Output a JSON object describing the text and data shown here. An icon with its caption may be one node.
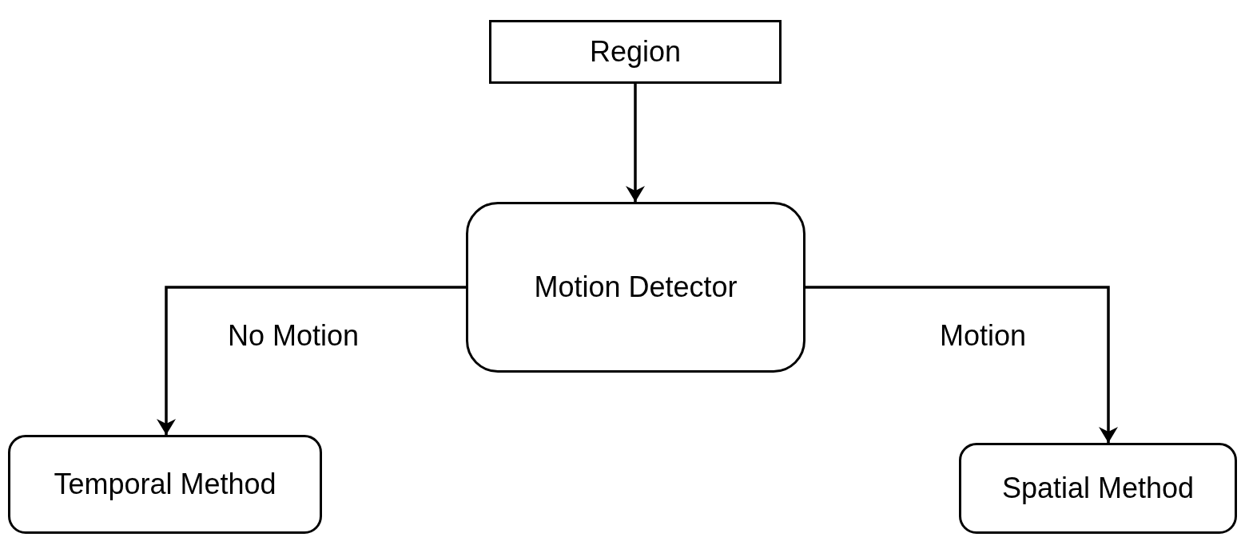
{
  "diagram": {
    "nodes": [
      {
        "text": [
          "Region"
        ]
      },
      {
        "text": [
          "Motion Detector"
        ]
      },
      {
        "text": [
          "Temporal Method"
        ]
      },
      {
        "text": [
          "Spatial Method"
        ]
      }
    ],
    "edges": [
      {
        "from": 0,
        "to": 1,
        "arrow": "to"
      },
      {
        "from": 1,
        "to": 2,
        "arrow": "to",
        "label": "No Motion"
      },
      {
        "from": 1,
        "to": 3,
        "arrow": "to",
        "label": "Motion"
      }
    ]
  }
}
